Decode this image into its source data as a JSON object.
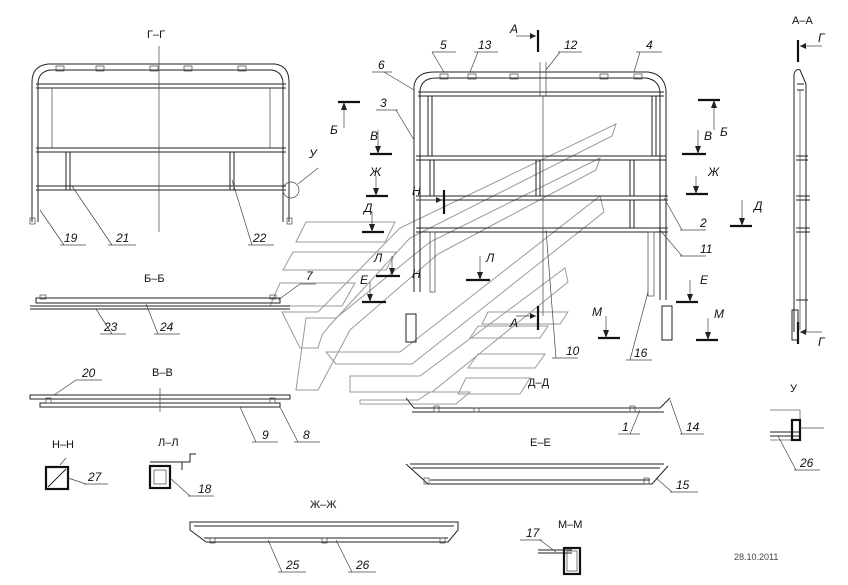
{
  "drawing": {
    "date": "28.10.2011",
    "sections": {
      "gg": "Г–Г",
      "bb": "Б–Б",
      "vv": "В–В",
      "nn": "Н–Н",
      "ll": "Л–Л",
      "zhzh": "Ж–Ж",
      "mm": "М–М",
      "aa": "А–А",
      "dd": "Д–Д",
      "ee": "Е–Е",
      "u": "У"
    },
    "cut_letters": {
      "a": "А",
      "b": "Б",
      "v": "В",
      "g": "Г",
      "d": "Д",
      "e": "Е",
      "zh": "Ж",
      "n": "Н",
      "l": "Л",
      "m": "М",
      "u": "У"
    },
    "part_numbers": [
      "1",
      "2",
      "3",
      "4",
      "5",
      "6",
      "7",
      "8",
      "9",
      "10",
      "11",
      "12",
      "13",
      "14",
      "15",
      "16",
      "17",
      "18",
      "19",
      "20",
      "21",
      "22",
      "23",
      "24",
      "25",
      "26",
      "27"
    ]
  }
}
